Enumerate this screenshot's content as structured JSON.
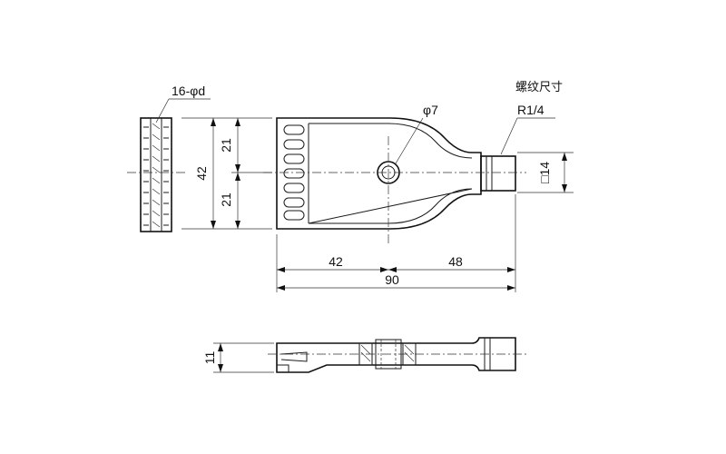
{
  "labels": {
    "hole_spec": "16-φd",
    "diameter": "φ7",
    "thread_title": "螺纹尺寸",
    "thread_value": "R1/4",
    "square": "□14",
    "height_total": "42",
    "height_upper": "21",
    "height_lower": "21",
    "length_left": "42",
    "length_right": "48",
    "length_total": "90",
    "thickness": "11"
  }
}
